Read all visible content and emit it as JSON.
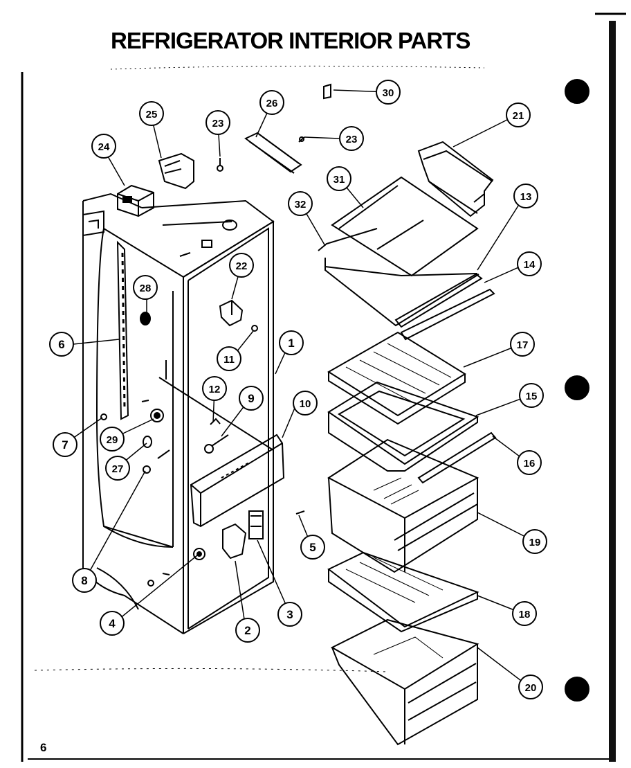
{
  "title": "REFRIGERATOR INTERIOR PARTS",
  "page_number": "6",
  "callouts": [
    "1",
    "2",
    "3",
    "4",
    "5",
    "6",
    "7",
    "8",
    "9",
    "10",
    "11",
    "12",
    "13",
    "14",
    "15",
    "16",
    "17",
    "18",
    "19",
    "20",
    "21",
    "22",
    "23",
    "23",
    "24",
    "25",
    "26",
    "27",
    "28",
    "29",
    "30",
    "31",
    "32"
  ],
  "colors": {
    "ink": "#000000",
    "paper": "#ffffff"
  }
}
